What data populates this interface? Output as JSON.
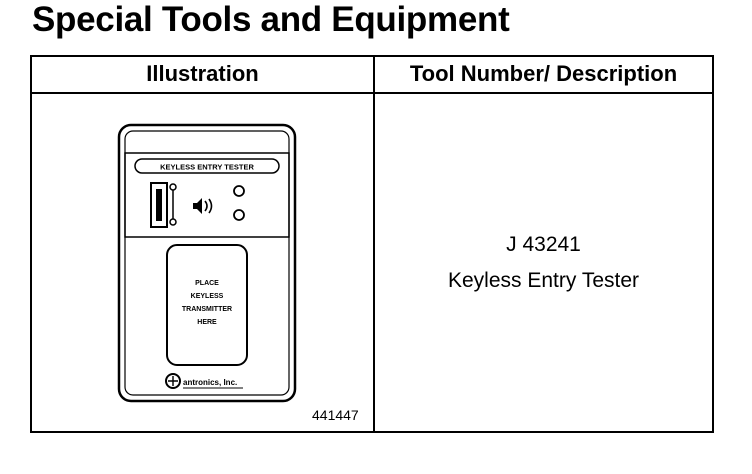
{
  "page": {
    "title": "Special Tools and Equipment"
  },
  "table": {
    "headers": [
      "Illustration",
      "Tool Number/ Description"
    ],
    "rows": [
      {
        "figure_id": "441447",
        "tool_number": "J 43241",
        "description": "Keyless Entry Tester",
        "device": {
          "label_top": "KEYLESS ENTRY TESTER",
          "panel_text": [
            "PLACE",
            "KEYLESS",
            "TRANSMITTER",
            "HERE"
          ],
          "brand": "antronics, Inc."
        }
      }
    ]
  }
}
